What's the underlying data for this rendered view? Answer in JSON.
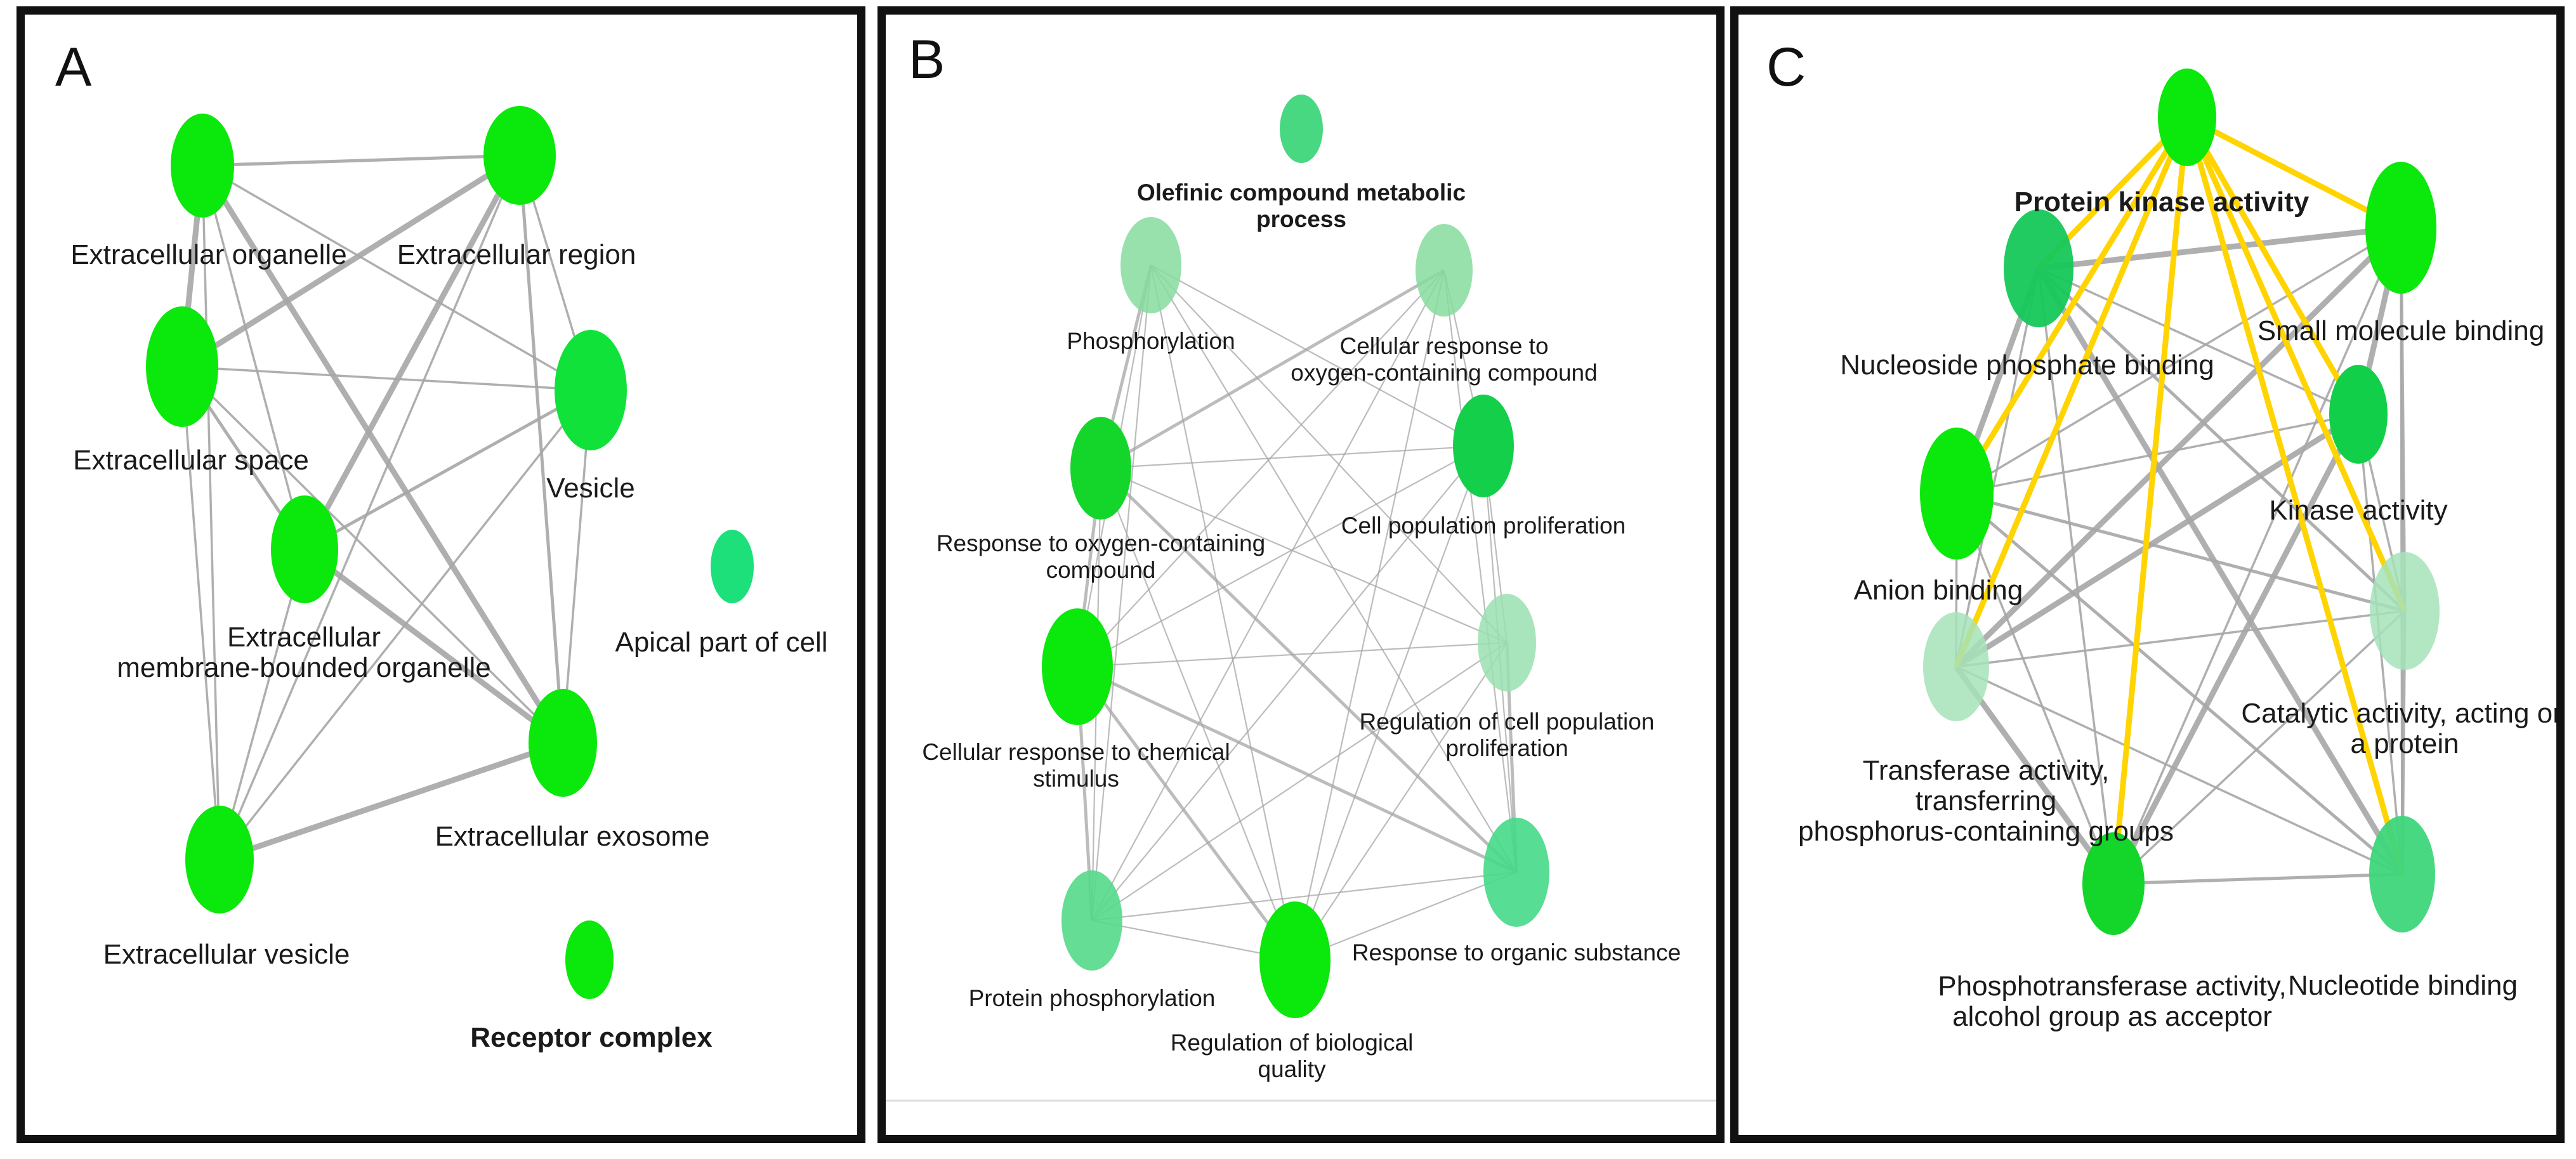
{
  "panels": [
    {
      "letter": "A",
      "nodes": [
        {
          "id": "ext_organelle",
          "label": [
            "Extracellular organelle"
          ],
          "color": "#0be80b",
          "opacity": 1
        },
        {
          "id": "ext_region",
          "label": [
            "Extracellular region"
          ],
          "color": "#0be80b",
          "opacity": 1
        },
        {
          "id": "ext_space",
          "label": [
            "Extracellular space"
          ],
          "color": "#0be80b",
          "opacity": 1
        },
        {
          "id": "vesicle",
          "label": [
            "Vesicle"
          ],
          "color": "#10e23a",
          "opacity": 1
        },
        {
          "id": "ext_membrane",
          "label": [
            "Extracellular",
            "membrane-bounded organelle"
          ],
          "color": "#0be80b",
          "opacity": 1
        },
        {
          "id": "apical",
          "label": [
            "Apical part of cell"
          ],
          "color": "#1de07a",
          "opacity": 1
        },
        {
          "id": "ext_exosome",
          "label": [
            "Extracellular exosome"
          ],
          "color": "#0be80b",
          "opacity": 1
        },
        {
          "id": "ext_vesicle",
          "label": [
            "Extracellular vesicle"
          ],
          "color": "#0be80b",
          "opacity": 1
        },
        {
          "id": "receptor",
          "label": [
            "Receptor complex"
          ],
          "color": "#0be80b",
          "opacity": 1,
          "bold": true
        }
      ],
      "edges": [
        [
          "ext_organelle",
          "ext_region"
        ],
        [
          "ext_organelle",
          "vesicle"
        ],
        [
          "ext_organelle",
          "ext_exosome"
        ],
        [
          "ext_organelle",
          "ext_space"
        ],
        [
          "ext_organelle",
          "ext_membrane"
        ],
        [
          "ext_organelle",
          "ext_vesicle"
        ],
        [
          "ext_region",
          "ext_space"
        ],
        [
          "ext_region",
          "vesicle"
        ],
        [
          "ext_region",
          "ext_membrane"
        ],
        [
          "ext_region",
          "ext_exosome"
        ],
        [
          "ext_region",
          "ext_vesicle"
        ],
        [
          "ext_space",
          "vesicle"
        ],
        [
          "ext_space",
          "ext_membrane"
        ],
        [
          "ext_space",
          "ext_exosome"
        ],
        [
          "ext_space",
          "ext_vesicle"
        ],
        [
          "vesicle",
          "ext_membrane"
        ],
        [
          "vesicle",
          "ext_exosome"
        ],
        [
          "vesicle",
          "ext_vesicle"
        ],
        [
          "ext_membrane",
          "ext_exosome"
        ],
        [
          "ext_membrane",
          "ext_vesicle"
        ],
        [
          "ext_exosome",
          "ext_vesicle"
        ]
      ]
    },
    {
      "letter": "B",
      "nodes": [
        {
          "id": "olefinic",
          "label": [
            "Olefinic compound metabolic",
            "process"
          ],
          "color": "#3ed67a",
          "opacity": 0.95,
          "bold": true
        },
        {
          "id": "phosph",
          "label": [
            "Phosphorylation"
          ],
          "color": "#86dc9f",
          "opacity": 0.85
        },
        {
          "id": "cell_resp_oxy",
          "label": [
            "Cellular response to",
            "oxygen-containing compound"
          ],
          "color": "#86dc9f",
          "opacity": 0.85
        },
        {
          "id": "resp_oxy",
          "label": [
            "Response to oxygen-containing",
            "compound"
          ],
          "color": "#14d62a",
          "opacity": 1
        },
        {
          "id": "cell_pop_prolif",
          "label": [
            "Cell population proliferation"
          ],
          "color": "#14cf4a",
          "opacity": 1
        },
        {
          "id": "cell_resp_chem",
          "label": [
            "Cellular response to chemical",
            "stimulus"
          ],
          "color": "#0be80b",
          "opacity": 1
        },
        {
          "id": "reg_cell_pop",
          "label": [
            "Regulation of cell population",
            "proliferation"
          ],
          "color": "#9ae0b0",
          "opacity": 0.85
        },
        {
          "id": "prot_phosph",
          "label": [
            "Protein phosphorylation"
          ],
          "color": "#55d98a",
          "opacity": 0.9
        },
        {
          "id": "reg_bio",
          "label": [
            "Regulation of biological",
            "quality"
          ],
          "color": "#0be80b",
          "opacity": 1
        },
        {
          "id": "resp_organic",
          "label": [
            "Response to organic substance"
          ],
          "color": "#45d988",
          "opacity": 0.9
        }
      ],
      "edges": [
        [
          "phosph",
          "resp_oxy"
        ],
        [
          "phosph",
          "cell_resp_chem"
        ],
        [
          "phosph",
          "prot_phosph"
        ],
        [
          "phosph",
          "reg_bio"
        ],
        [
          "phosph",
          "resp_organic"
        ],
        [
          "phosph",
          "cell_pop_prolif"
        ],
        [
          "phosph",
          "reg_cell_pop"
        ],
        [
          "cell_resp_oxy",
          "resp_oxy"
        ],
        [
          "cell_resp_oxy",
          "cell_resp_chem"
        ],
        [
          "cell_resp_oxy",
          "prot_phosph"
        ],
        [
          "cell_resp_oxy",
          "reg_bio"
        ],
        [
          "cell_resp_oxy",
          "resp_organic"
        ],
        [
          "cell_resp_oxy",
          "cell_pop_prolif"
        ],
        [
          "resp_oxy",
          "cell_pop_prolif"
        ],
        [
          "resp_oxy",
          "cell_resp_chem"
        ],
        [
          "resp_oxy",
          "prot_phosph"
        ],
        [
          "resp_oxy",
          "resp_organic"
        ],
        [
          "resp_oxy",
          "reg_bio"
        ],
        [
          "resp_oxy",
          "reg_cell_pop"
        ],
        [
          "cell_pop_prolif",
          "cell_resp_chem"
        ],
        [
          "cell_pop_prolif",
          "reg_cell_pop"
        ],
        [
          "cell_pop_prolif",
          "resp_organic"
        ],
        [
          "cell_pop_prolif",
          "prot_phosph"
        ],
        [
          "cell_pop_prolif",
          "reg_bio"
        ],
        [
          "cell_resp_chem",
          "resp_organic"
        ],
        [
          "cell_resp_chem",
          "prot_phosph"
        ],
        [
          "cell_resp_chem",
          "reg_bio"
        ],
        [
          "cell_resp_chem",
          "reg_cell_pop"
        ],
        [
          "reg_cell_pop",
          "resp_organic"
        ],
        [
          "reg_cell_pop",
          "prot_phosph"
        ],
        [
          "reg_cell_pop",
          "reg_bio"
        ],
        [
          "prot_phosph",
          "resp_organic"
        ],
        [
          "prot_phosph",
          "reg_bio"
        ],
        [
          "reg_bio",
          "resp_organic"
        ]
      ]
    },
    {
      "letter": "C",
      "nodes": [
        {
          "id": "pka",
          "label": [
            "Protein kinase activity"
          ],
          "color": "#0be80b",
          "opacity": 1,
          "bold": true
        },
        {
          "id": "nucleoside",
          "label": [
            "Nucleoside phosphate binding"
          ],
          "color": "#16c75a",
          "opacity": 0.95
        },
        {
          "id": "small_mol",
          "label": [
            "Small molecule binding"
          ],
          "color": "#0be80b",
          "opacity": 1
        },
        {
          "id": "kinase",
          "label": [
            "Kinase activity"
          ],
          "color": "#12cf4a",
          "opacity": 1
        },
        {
          "id": "anion",
          "label": [
            "Anion binding"
          ],
          "color": "#0be80b",
          "opacity": 1
        },
        {
          "id": "catalytic",
          "label": [
            "Catalytic activity, acting on",
            "a protein"
          ],
          "color": "#a6e3b8",
          "opacity": 0.85
        },
        {
          "id": "transferase",
          "label": [
            "Transferase activity,",
            "transferring",
            "phosphorus-containing groups"
          ],
          "color": "#a6e3b8",
          "opacity": 0.85
        },
        {
          "id": "phosphotransferase",
          "label": [
            "Phosphotransferase activity,",
            "alcohol group as acceptor"
          ],
          "color": "#14d62a",
          "opacity": 1
        },
        {
          "id": "nucleotide",
          "label": [
            "Nucleotide binding"
          ],
          "color": "#3ed67a",
          "opacity": 0.95
        }
      ],
      "edges": [
        [
          "nucleoside",
          "small_mol"
        ],
        [
          "nucleoside",
          "kinase"
        ],
        [
          "nucleoside",
          "anion"
        ],
        [
          "nucleoside",
          "catalytic"
        ],
        [
          "nucleoside",
          "transferase"
        ],
        [
          "nucleoside",
          "phosphotransferase"
        ],
        [
          "nucleoside",
          "nucleotide"
        ],
        [
          "small_mol",
          "kinase"
        ],
        [
          "small_mol",
          "anion"
        ],
        [
          "small_mol",
          "transferase"
        ],
        [
          "small_mol",
          "phosphotransferase"
        ],
        [
          "small_mol",
          "nucleotide"
        ],
        [
          "small_mol",
          "catalytic"
        ],
        [
          "kinase",
          "anion"
        ],
        [
          "kinase",
          "transferase"
        ],
        [
          "kinase",
          "phosphotransferase"
        ],
        [
          "kinase",
          "nucleotide"
        ],
        [
          "kinase",
          "catalytic"
        ],
        [
          "anion",
          "catalytic"
        ],
        [
          "anion",
          "transferase"
        ],
        [
          "anion",
          "phosphotransferase"
        ],
        [
          "anion",
          "nucleotide"
        ],
        [
          "catalytic",
          "transferase"
        ],
        [
          "catalytic",
          "phosphotransferase"
        ],
        [
          "catalytic",
          "nucleotide"
        ],
        [
          "transferase",
          "phosphotransferase"
        ],
        [
          "transferase",
          "nucleotide"
        ],
        [
          "phosphotransferase",
          "nucleotide"
        ]
      ],
      "highlight_edges": [
        [
          "pka",
          "nucleoside"
        ],
        [
          "pka",
          "small_mol"
        ],
        [
          "pka",
          "kinase"
        ],
        [
          "pka",
          "anion"
        ],
        [
          "pka",
          "transferase"
        ],
        [
          "pka",
          "phosphotransferase"
        ],
        [
          "pka",
          "catalytic"
        ],
        [
          "pka",
          "nucleotide"
        ]
      ],
      "highlight_color": "#ffd400"
    }
  ],
  "edge_color": "#a6a6a6"
}
